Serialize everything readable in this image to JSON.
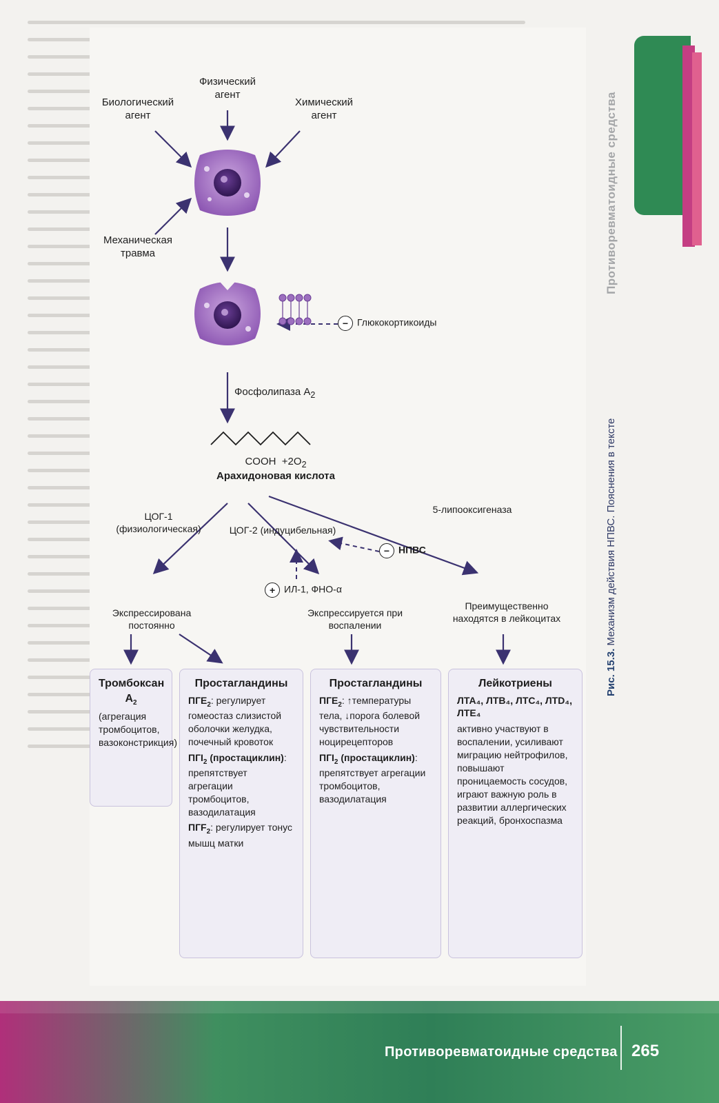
{
  "footer": {
    "section_title": "Противоревматоидные средства",
    "page_number": "265"
  },
  "running_head": "Противоревматоидные средства",
  "caption": {
    "label": "Рис. 15.3.",
    "text": "Механизм действия НПВС. Пояснения в тексте"
  },
  "diagram": {
    "agents": [
      {
        "text": "Физический агент"
      },
      {
        "text": "Биологический агент"
      },
      {
        "text": "Механическая травма"
      },
      {
        "text": "Химический агент"
      }
    ],
    "glucocorticoids": "Глюкокортикоиды",
    "phospholipase": "Фосфолипаза A",
    "phospholipase_sub": "2",
    "arachidonic": "Арахидоновая кислота",
    "arachidonic_formula": "COOH",
    "oxygen": "+2O",
    "oxygen_sub": "2",
    "cox1": "ЦОГ-1 (физиологическая)",
    "cox2": "ЦОГ-2 (индуцибельная)",
    "lox": "5-липооксигеназа",
    "cytokines": "ИЛ-1, ФНО-α",
    "nsaid": "НПВС",
    "plus_sign": "+",
    "minus_sign": "−",
    "cox1_expr": "Экспрессирована постоянно",
    "cox2_expr": "Экспрессируется при воспалении",
    "lox_expr": "Преимущественно находятся в лейкоцитах",
    "thromboxane": {
      "title": "Тромбоксан A",
      "title_sub": "2",
      "text": "(агрегация тромбоцитов, вазоконстрикция)"
    },
    "prostaglandins_cox1": {
      "title": "Простагландины",
      "pge2_abbr": "ПГЕ",
      "pge2_sub": "2",
      "pge2_text": ": регулирует гомеостаз слизистой оболочки желудка, почечный кровоток",
      "pgi2_abbr": "ПГI",
      "pgi2_sub": "2",
      "pgi2_name": " (простациклин)",
      "pgi2_text": ": препятствует агрегации тромбоцитов, вазодилатация",
      "pgf2_abbr": "ПГF",
      "pgf2_sub": "2",
      "pgf2_text": ": регулирует тонус мышц матки"
    },
    "prostaglandins_cox2": {
      "title": "Простагландины",
      "pge2_abbr": "ПГЕ",
      "pge2_sub": "2",
      "pge2_text": ": ↑температуры тела, ↓порога болевой чувствительности ноцирецепторов",
      "pgi2_abbr": "ПГI",
      "pgi2_sub": "2",
      "pgi2_name": " (простациклин)",
      "pgi2_text": ": препятствует агрегации тромбоцитов, вазодилатация"
    },
    "leukotrienes": {
      "title": "Лейкотриены",
      "list": "ЛТА₄, ЛТВ₄, ЛТС₄, ЛТD₄, ЛТЕ₄",
      "text": "активно участвуют в воспалении, усиливают миграцию нейтрофилов, повышают проницаемость сосудов, играют важную роль в развитии аллергических реакций, бронхоспазма"
    }
  },
  "colors": {
    "arrow": "#3b3270",
    "cell_outer": "#a77bc4",
    "cell_inner": "#7a46a3",
    "nucleus": "#3f1f63",
    "band_green": "#2f7f57",
    "band_magenta": "#b02f7a"
  }
}
